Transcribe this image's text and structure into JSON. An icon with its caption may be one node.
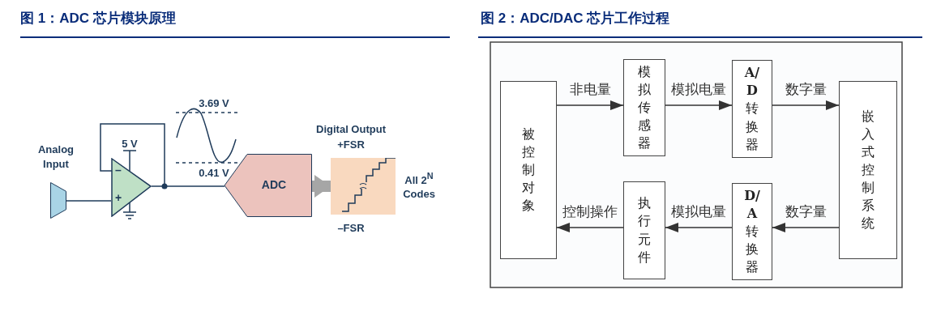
{
  "diagram": {
    "nodes": [
      {
        "text": [],
        "shape": "trapezoid",
        "beside": [
          "Analog Input"
        ]
      },
      {
        "text": [
          "–",
          "+"
        ]
      },
      {
        "text": [
          "ADC"
        ]
      },
      {
        "text": [],
        "shape": "box",
        "beside": [
          "All 2$^{N}$ Codes"
        ]
      },
      {
        "text": [
          "被控制对象"
        ]
      },
      {
        "text": [
          "模拟传感器"
        ]
      },
      {
        "text": [
          "**A/D**转换器"
        ]
      },
      {
        "text": [
          "嵌入式控制系统"
        ]
      },
      {
        "text": [
          "执行元件"
        ]
      },
      {
        "text": [
          "**D/A**转换器"
        ]
      }
    ],
    "edges": [
      {
        "from": 0,
        "to": 1,
        "arrow": "none",
        "color": "#1f3b5a"
      },
      {
        "from": 1,
        "to": 2,
        "arrow": "none",
        "color": "#1f3b5a"
      },
      {
        "from": 2,
        "to": 3,
        "arrow": "to",
        "style": "thick",
        "color": "#a6a6a6"
      },
      {
        "from": 4,
        "to": 5,
        "arrow": "to",
        "label": "非电量"
      },
      {
        "from": 5,
        "to": 6,
        "arrow": "to",
        "label": "模拟电量"
      },
      {
        "from": 6,
        "to": 7,
        "arrow": "to",
        "label": "数字量"
      },
      {
        "from": 7,
        "to": 9,
        "arrow": "to",
        "label": "数字量"
      },
      {
        "from": 9,
        "to": 8,
        "arrow": "to",
        "label": "模拟电量"
      },
      {
        "from": 8,
        "to": 4,
        "arrow": "to",
        "label": "控制操作"
      }
    ],
    "labels": [
      "图 1：ADC 芯片模块原理",
      "5 V",
      "3.69 V",
      "0.41 V",
      "Digital Output",
      "+FSR",
      "–FSR",
      "图 2：ADC/DAC 芯片工作过程"
    ]
  }
}
